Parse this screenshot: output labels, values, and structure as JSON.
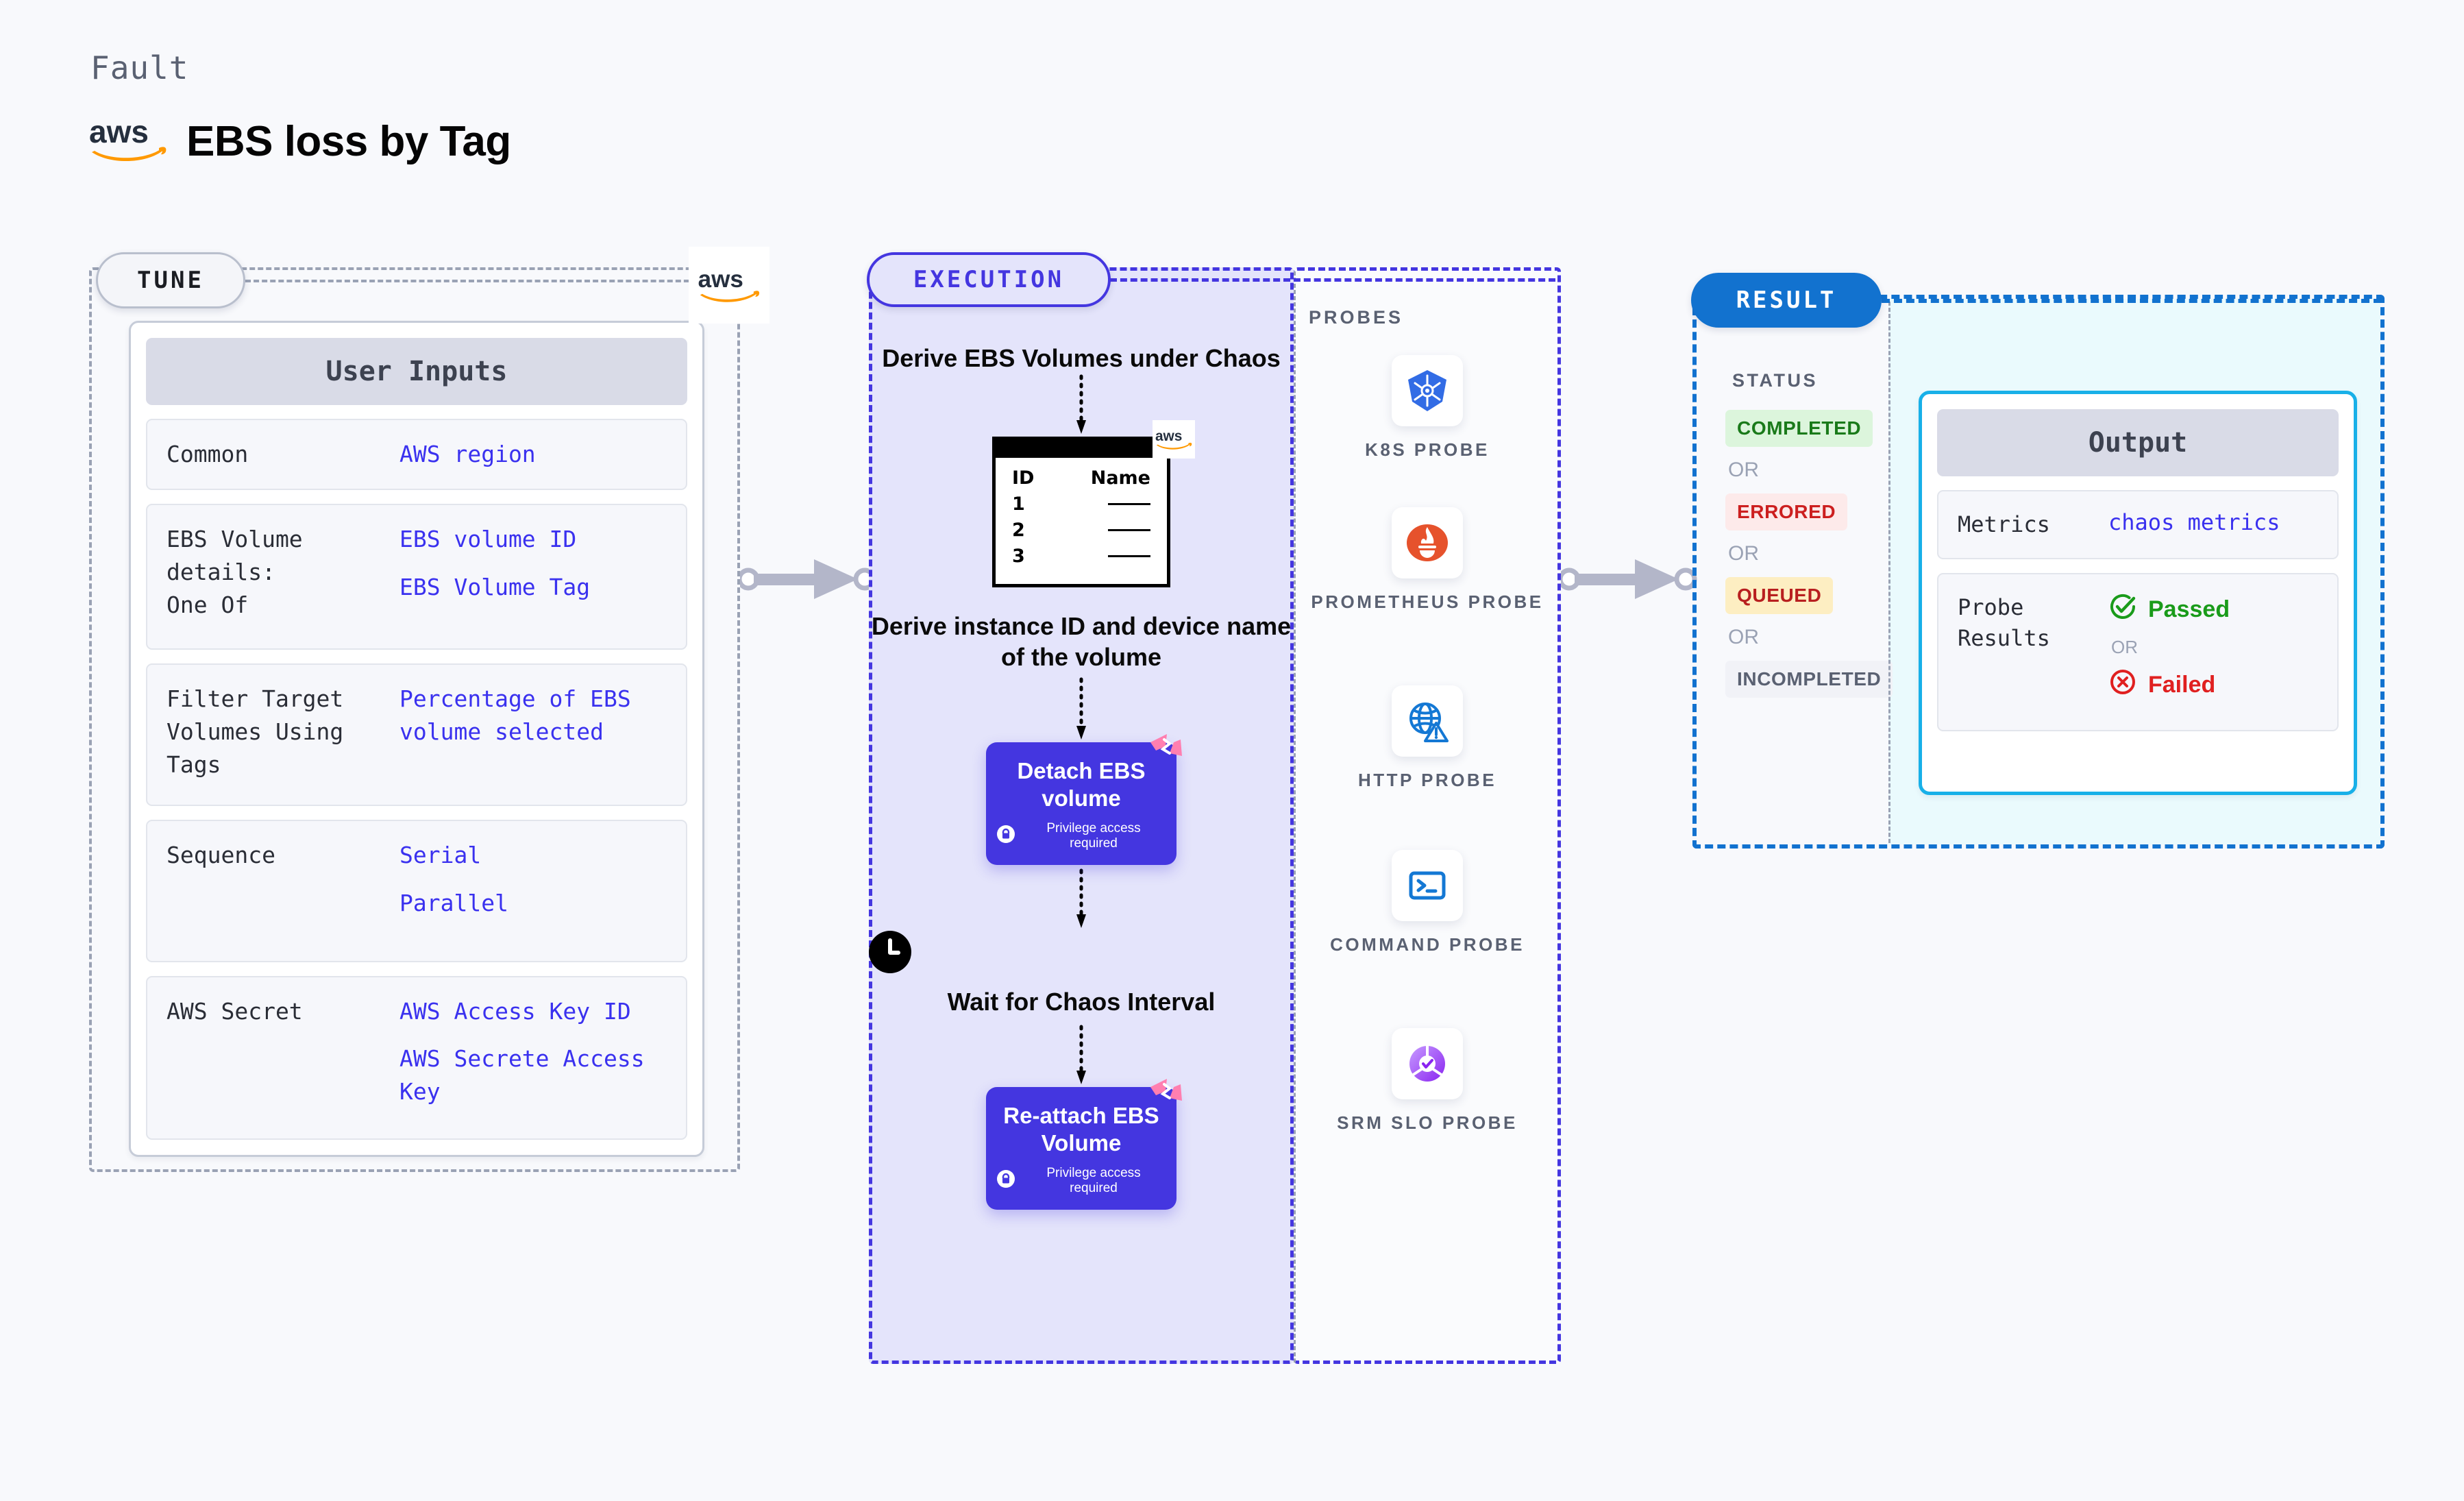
{
  "header": {
    "kicker": "Fault",
    "title": "EBS loss by Tag",
    "logo_icon": "aws-logo-icon"
  },
  "tune": {
    "pill_label": "TUNE",
    "aws_chip_icon": "aws-logo-icon",
    "card_title": "User Inputs",
    "rows": [
      {
        "label": "Common",
        "values": [
          "AWS region"
        ]
      },
      {
        "label": "EBS Volume details:\nOne Of",
        "values": [
          "EBS volume ID",
          "EBS Volume Tag"
        ]
      },
      {
        "label": "Filter Target Volumes Using Tags",
        "values": [
          "Percentage of EBS volume selected"
        ]
      },
      {
        "label": "Sequence",
        "values": [
          "Serial",
          "Parallel"
        ]
      },
      {
        "label": "AWS Secret",
        "values": [
          "AWS Access Key ID",
          "AWS Secrete Access Key"
        ]
      }
    ]
  },
  "execution": {
    "pill_label": "EXECUTION",
    "step1_text": "Derive EBS Volumes under Chaos",
    "table": {
      "columns": [
        "ID",
        "Name"
      ],
      "rows": [
        "1",
        "2",
        "3"
      ],
      "logo_icon": "aws-logo-icon"
    },
    "step2_text": "Derive instance ID and device name of the volume",
    "action1": {
      "title": "Detach EBS volume",
      "note": "Privilege access required",
      "lock_icon": "lock-icon",
      "badge_icon": "harness-badge-icon"
    },
    "wait": {
      "icon": "clock-icon",
      "text": "Wait for Chaos Interval"
    },
    "action2": {
      "title": "Re-attach EBS Volume",
      "note": "Privilege access required",
      "lock_icon": "lock-icon",
      "badge_icon": "harness-badge-icon"
    }
  },
  "probes": {
    "section_label": "PROBES",
    "items": [
      {
        "label": "K8S PROBE",
        "icon": "kubernetes-icon"
      },
      {
        "label": "PROMETHEUS PROBE",
        "icon": "prometheus-icon"
      },
      {
        "label": "HTTP PROBE",
        "icon": "globe-warning-icon"
      },
      {
        "label": "COMMAND PROBE",
        "icon": "terminal-icon"
      },
      {
        "label": "SRM SLO PROBE",
        "icon": "slo-check-icon"
      }
    ]
  },
  "result": {
    "pill_label": "RESULT",
    "status_label": "STATUS",
    "or_label": "OR",
    "statuses": [
      {
        "text": "COMPLETED",
        "bg": "#dcf5dc",
        "fg": "#1a7a1a"
      },
      {
        "text": "ERRORED",
        "bg": "#fdeaea",
        "fg": "#cc1f1f"
      },
      {
        "text": "QUEUED",
        "bg": "#fdeec2",
        "fg": "#b81f1f"
      },
      {
        "text": "INCOMPLETED",
        "bg": "#f1f2f7",
        "fg": "#5a6172"
      }
    ],
    "output": {
      "card_title": "Output",
      "metrics_label": "Metrics",
      "metrics_value": "chaos metrics",
      "probe_results_label": "Probe Results",
      "passed_text": "Passed",
      "failed_text": "Failed",
      "or_label": "OR",
      "passed_icon": "check-circle-icon",
      "failed_icon": "x-circle-icon"
    }
  },
  "colors": {
    "background": "#f8f9fc",
    "accent_purple": "#4436e0",
    "accent_blue": "#1272cf",
    "accent_cyan": "#18b0e8",
    "aws_orange": "#ff9900",
    "link_blue": "#3a31ef"
  }
}
